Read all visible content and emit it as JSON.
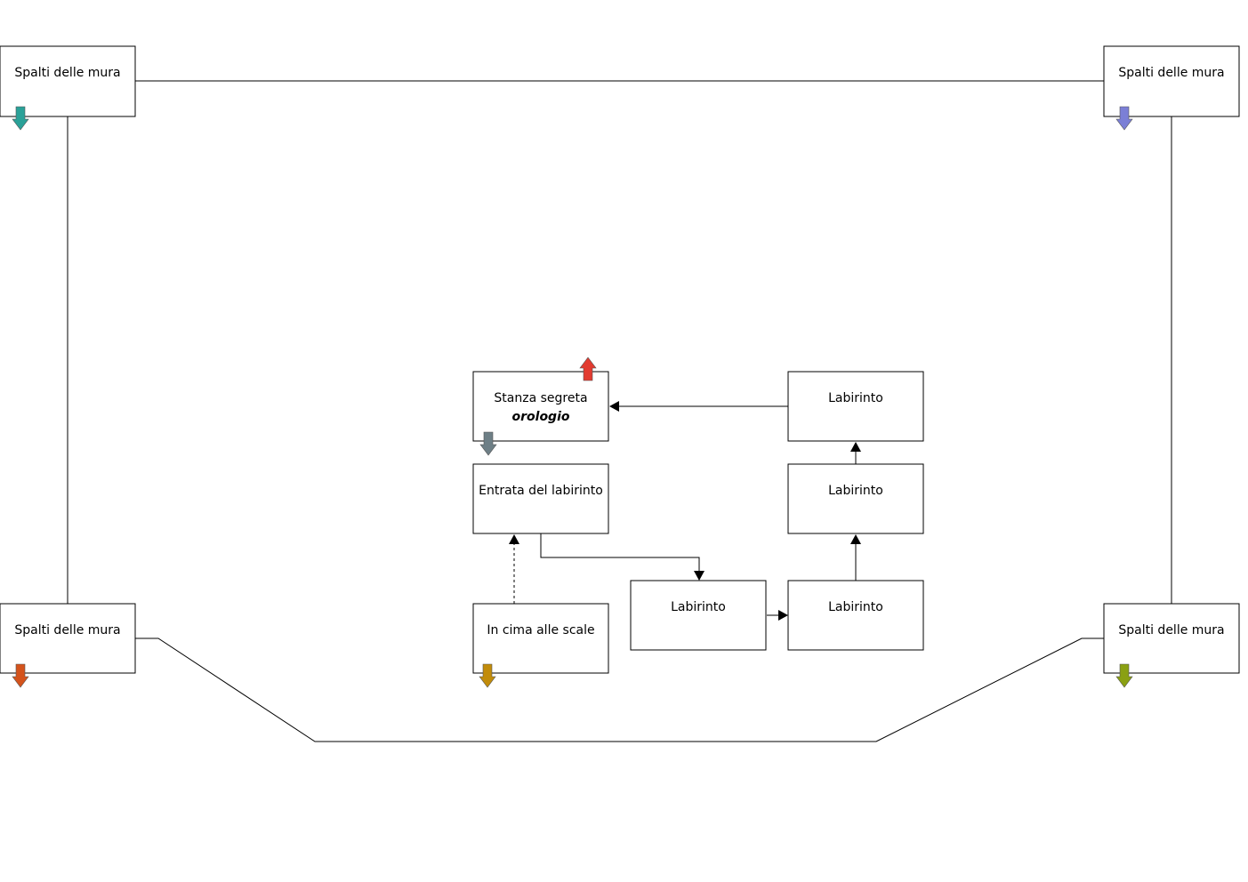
{
  "rooms": [
    {
      "id": "wall-top-left",
      "label": "Spalti delle mura",
      "stair": "down",
      "stair_color": "#2aa198"
    },
    {
      "id": "wall-top-right",
      "label": "Spalti delle mura",
      "stair": "down",
      "stair_color": "#7b7fd6"
    },
    {
      "id": "wall-bottom-left",
      "label": "Spalti delle mura",
      "stair": "down",
      "stair_color": "#d4531c"
    },
    {
      "id": "wall-bottom-right",
      "label": "Spalti delle mura",
      "stair": "down",
      "stair_color": "#8aa012"
    },
    {
      "id": "secret-room",
      "label": "Stanza segreta",
      "sublabel": "orologio",
      "stair_up_color": "#e23b30",
      "stair_down_color": "#6e7f86"
    },
    {
      "id": "maze-entrance",
      "label": "Entrata del labirinto"
    },
    {
      "id": "top-of-stairs",
      "label": "In cima alle scale",
      "stair": "down",
      "stair_color": "#c28c0a"
    },
    {
      "id": "maze-1",
      "label": "Labirinto"
    },
    {
      "id": "maze-2",
      "label": "Labirinto"
    },
    {
      "id": "maze-3",
      "label": "Labirinto"
    },
    {
      "id": "maze-4",
      "label": "Labirinto"
    }
  ]
}
